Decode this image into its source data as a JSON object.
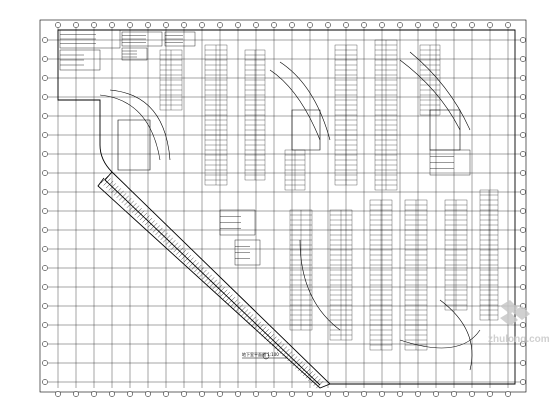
{
  "drawing": {
    "type": "basement parking floor plan (CAD line drawing)",
    "plan_title": "地下室平面图 1:100",
    "scale_note": "1:100"
  },
  "watermark": {
    "text": "zhulong.com",
    "logo_name": "zhulong-logo"
  },
  "colors": {
    "background": "#ffffff",
    "linework": "#000000",
    "watermark": "#c8c8c8"
  }
}
